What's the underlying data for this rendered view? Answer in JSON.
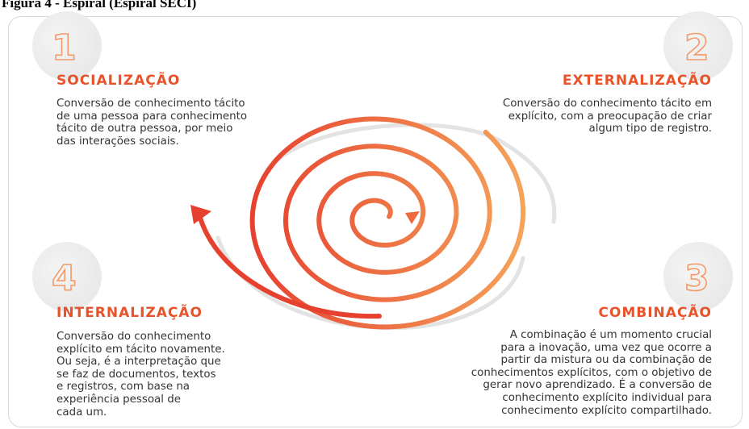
{
  "caption": "Figura 4 - Espiral (Espiral SECI)",
  "colors": {
    "accent": "#e8532a",
    "spiral_start": "#e6412f",
    "spiral_end": "#f5a35a",
    "arc_gray": "#e3e3e3"
  },
  "quadrants": [
    {
      "number": "1",
      "title": "SOCIALIZAÇÃO",
      "description": "Conversão de conhecimento tácito\nde uma pessoa para conhecimento\ntácito de outra pessoa, por meio\ndas interações sociais."
    },
    {
      "number": "2",
      "title": "EXTERNALIZAÇÃO",
      "description": "Conversão do conhecimento tácito em\nexplícito, com a preocupação de criar\nalgum tipo de registro."
    },
    {
      "number": "3",
      "title": "COMBINAÇÃO",
      "description": "A combinação é um momento crucial\npara a inovação, uma vez que ocorre a\npartir da mistura ou da combinação de\nconhecimentos explícitos, com o objetivo de\ngerar novo aprendizado. É a conversão de\nconhecimento explícito individual para\nconhecimento explícito compartilhado."
    },
    {
      "number": "4",
      "title": "INTERNALIZAÇÃO",
      "description": "Conversão do conhecimento\nexplícito em tácito novamente.\nOu seja, é a interpretação que\nse faz de documentos, textos\ne registros, com base na\nexperiência pessoal de\ncada um."
    }
  ]
}
